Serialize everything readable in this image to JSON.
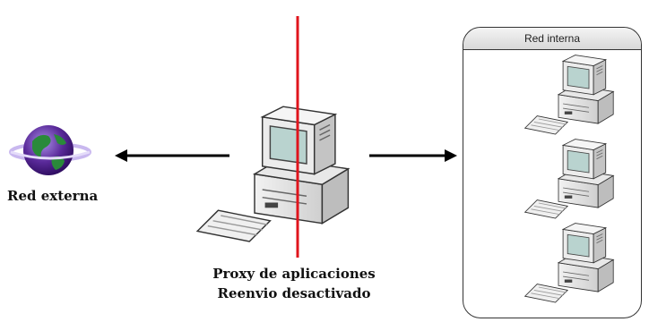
{
  "external": {
    "label": "Red externa",
    "icon": "globe-icon"
  },
  "proxy": {
    "line1": "Proxy de aplicaciones",
    "line2": "Reenvio desactivado",
    "icon": "computer-icon"
  },
  "internal": {
    "title": "Red interna",
    "host_count": 3,
    "host_icon": "computer-icon"
  },
  "colors": {
    "barrier": "#e0141c",
    "arrow": "#000000",
    "globe": "#5a2a9a",
    "land": "#2a8a3a",
    "monitor": "#e6e6e6",
    "screen": "#b9d3cf"
  }
}
